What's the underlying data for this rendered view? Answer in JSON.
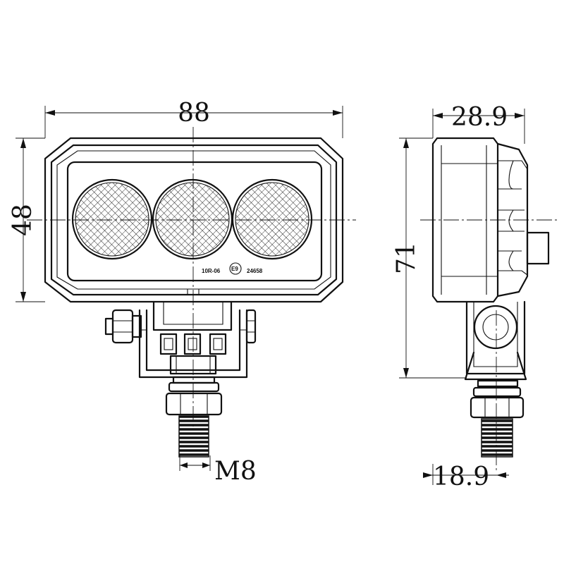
{
  "dimensions": {
    "front_width": "88",
    "front_height": "48",
    "side_depth": "28.9",
    "side_height": "71",
    "bracket_depth": "18.9",
    "thread": "M8"
  },
  "markings": {
    "approval_code": "10R-06",
    "emark": "E9",
    "approval_number": "24658"
  }
}
